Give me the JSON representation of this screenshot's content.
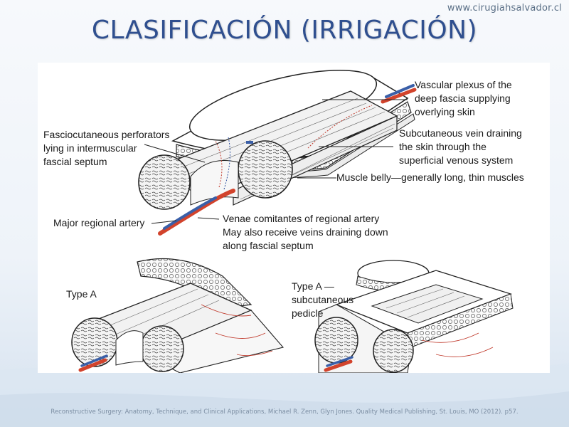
{
  "header": {
    "site_url": "www.cirugiahsalvador.cl",
    "title": "CLASIFICACIÓN (IRRIGACIÓN)"
  },
  "figure": {
    "labels": {
      "vascular_plexus": [
        "Vascular plexus of the",
        "deep fascia supplying",
        "overlying skin"
      ],
      "fasciocutaneous": [
        "Fasciocutaneous perforators",
        "lying in intermuscular",
        "fascial septum"
      ],
      "subcutaneous_vein": [
        "Subcutaneous vein draining",
        "the skin through the",
        "superficial venous system"
      ],
      "muscle_belly": "Muscle belly—generally long, thin muscles",
      "major_artery": "Major regional artery",
      "venae_comitantes": [
        "Venae comitantes of regional artery",
        "May also receive veins draining down",
        "along fascial septum"
      ],
      "type_a": "Type A",
      "type_a_sub": [
        "Type A —",
        "subcutaneous",
        "pedicle"
      ]
    }
  },
  "footer": {
    "citation": "Reconstructive Surgery: Anatomy, Technique, and Clinical Applications, Michael R. Zenn, Glyn Jones. Quality Medical Publishing, St. Louis, MO (2012). p57."
  },
  "colors": {
    "title": "#2f4f8f",
    "artery": "#d2432c",
    "vein": "#3a5fa8"
  }
}
